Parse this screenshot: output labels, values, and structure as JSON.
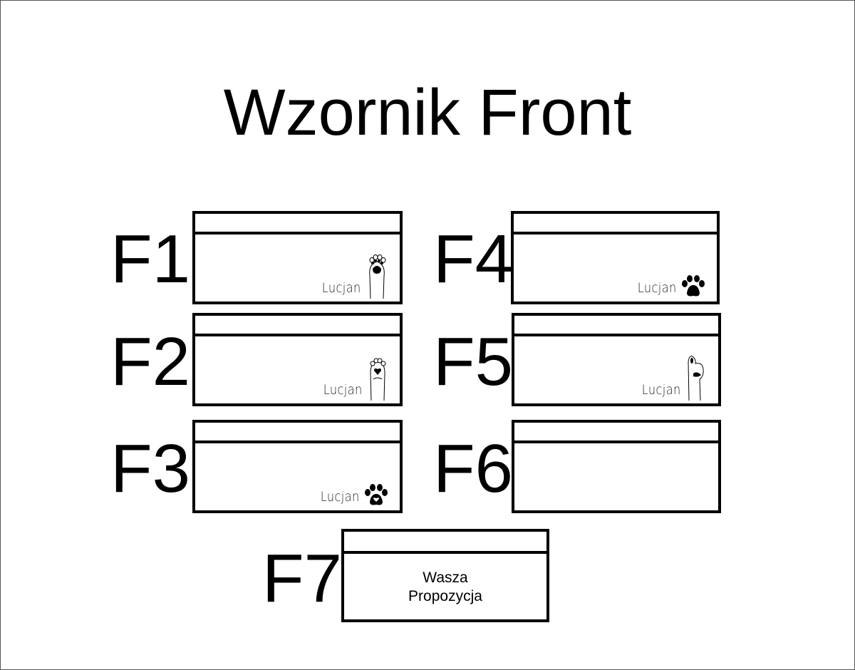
{
  "title": "Wzornik Front",
  "variants": [
    {
      "label": "F1",
      "signature": "Lucjan",
      "icon": "cat-paw-raised-icon"
    },
    {
      "label": "F2",
      "signature": "Lucjan",
      "icon": "cat-paw-heart-icon"
    },
    {
      "label": "F3",
      "signature": "Lucjan",
      "icon": "paw-print-heart-icon"
    },
    {
      "label": "F4",
      "signature": "Lucjan",
      "icon": "paw-print-icon"
    },
    {
      "label": "F5",
      "signature": "Lucjan",
      "icon": "cat-paw-side-icon"
    },
    {
      "label": "F6"
    },
    {
      "label": "F7",
      "proposal_line1": "Wasza",
      "proposal_line2": "Propozycja"
    }
  ]
}
